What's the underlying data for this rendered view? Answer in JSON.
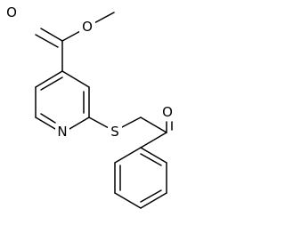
{
  "molecule": {
    "atoms": {
      "o_carbonyl_ester": "O",
      "o_ether": "O",
      "n_pyridine": "N",
      "s_thioether": "S",
      "o_ketone": "O"
    }
  }
}
